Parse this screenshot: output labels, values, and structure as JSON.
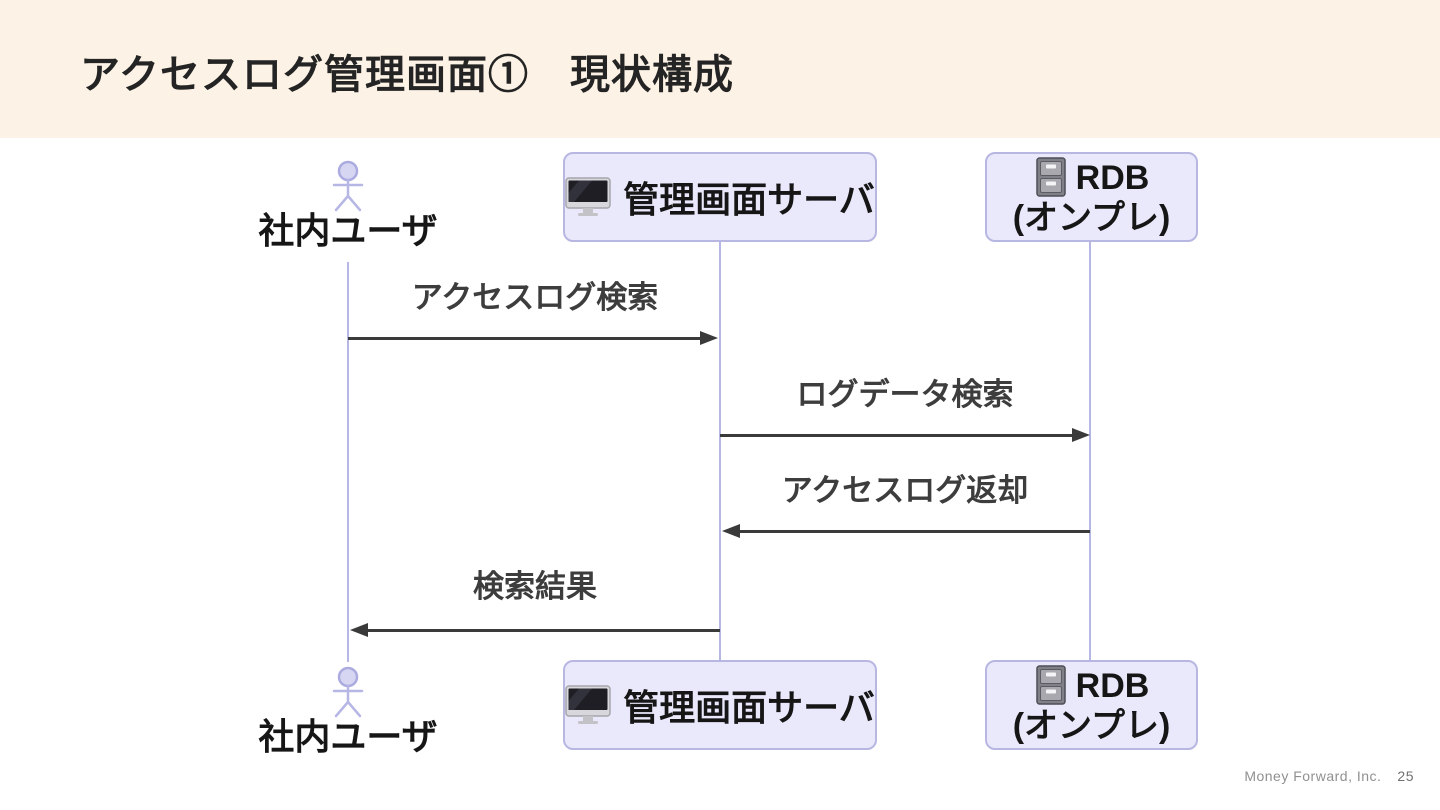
{
  "header": {
    "title": "アクセスログ管理画面①　現状構成"
  },
  "diagram": {
    "type": "sequence",
    "participants": [
      {
        "id": "user",
        "kind": "actor",
        "label": "社内ユーザ",
        "icon": "person-icon"
      },
      {
        "id": "admin-server",
        "kind": "participant",
        "label": "管理画面サーバ",
        "icon": "desktop-computer-icon"
      },
      {
        "id": "rdb",
        "kind": "participant",
        "label": "RDB",
        "sublabel": "(オンプレ)",
        "icon": "file-cabinet-icon"
      }
    ],
    "messages": [
      {
        "from": "user",
        "to": "admin-server",
        "label": "アクセスログ検索",
        "direction": "right"
      },
      {
        "from": "admin-server",
        "to": "rdb",
        "label": "ログデータ検索",
        "direction": "right"
      },
      {
        "from": "rdb",
        "to": "admin-server",
        "label": "アクセスログ返却",
        "direction": "left"
      },
      {
        "from": "admin-server",
        "to": "user",
        "label": "検索結果",
        "direction": "left"
      }
    ],
    "colors": {
      "header_background": "#FCF3E6",
      "participant_fill": "#E9E9FB",
      "participant_border": "#B7B7E2",
      "lifeline": "#B7B7E6",
      "arrow": "#3A3A3A",
      "title_text": "#242424",
      "message_text": "#3D3D3D",
      "footer_text": "#909090"
    }
  },
  "footer": {
    "company": "Money Forward, Inc.",
    "page_number": "25"
  }
}
